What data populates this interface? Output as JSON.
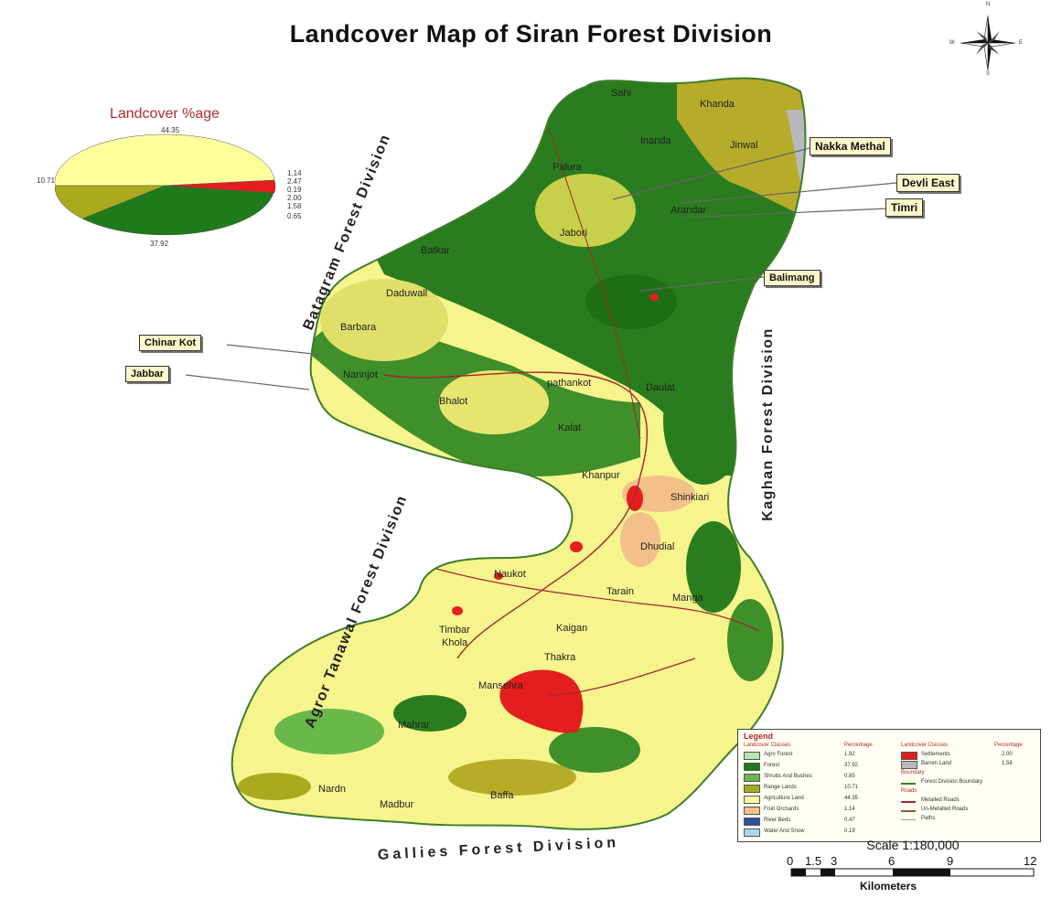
{
  "title": "Landcover Map of Siran Forest Division",
  "pie": {
    "title": "Landcover %age",
    "labels": [
      "44.35",
      "10.71",
      "1.14",
      "2.47",
      "0.19",
      "2.00",
      "1.58",
      "0.65",
      "37.92"
    ],
    "colors": {
      "agri": "#ffff9c",
      "forest": "#1e7a1a",
      "range": "#a9aa1e",
      "settle": "#e41e1e",
      "other": "#ffffff"
    }
  },
  "callouts": {
    "nakka": "Nakka Methal",
    "devli": "Devli East",
    "timri": "Timri",
    "balimang": "Balimang",
    "chinar": "Chinar Kot",
    "jabbar": "Jabbar"
  },
  "divisions": {
    "batagram": "Batagram Forest Division",
    "kaghan": "Kaghan Forest Division",
    "agror": "Agror Tanawal Forest Division",
    "gallies": "Gallies Forest Division"
  },
  "places": {
    "sahi": "Sahi",
    "khanda": "Khanda",
    "jinwal": "Jinwal",
    "inanda": "Inanda",
    "palura": "Palura",
    "jabori": "Jabori",
    "arandar": "Arandar",
    "batkar": "Batkar",
    "daduwall": "Daduwall",
    "barbara": "Barbara",
    "narinjot": "Narinjot",
    "pathankot": "pathankot",
    "daulat": "Daulat",
    "bhalot": "Bhalot",
    "kalat": "Kalat",
    "khanpur": "Khanpur",
    "shinkiari": "Shinkiari",
    "dhudial": "Dhudial",
    "naukot": "Naukot",
    "tarain": "Tarain",
    "manga": "Manga",
    "kaigan": "Kaigan",
    "timbar": "Timbar",
    "khola": "Khola",
    "thakra": "Thakra",
    "mansehra": "Mansehra",
    "mahrar": "Mahrar",
    "nardn": "Nardn",
    "madbur": "Madbur",
    "baffa": "Baffa"
  },
  "legend": {
    "title": "Legend",
    "h_landcover": "Landcover Classes",
    "h_percentage": "Percentage",
    "h_landcover2": "Landcover Classes",
    "h_percentage2": "Percentage",
    "items": [
      {
        "name": "Agro Forest",
        "value": "1.92",
        "color": "#b6e7b0"
      },
      {
        "name": "Forest",
        "value": "37.92",
        "color": "#1e7a1a"
      },
      {
        "name": "Shrubs And Bushes",
        "value": "0.65",
        "color": "#6ab84a"
      },
      {
        "name": "Range Lands",
        "value": "10.71",
        "color": "#a9aa1e"
      },
      {
        "name": "Agriculture Land",
        "value": "44.35",
        "color": "#ffff9c"
      },
      {
        "name": "Fruit Orchards",
        "value": "1.14",
        "color": "#f4c08a"
      },
      {
        "name": "River Beds",
        "value": "0.47",
        "color": "#2c4fa0"
      },
      {
        "name": "Water And Snow",
        "value": "0.19",
        "color": "#a8d8f0"
      }
    ],
    "items2": [
      {
        "name": "Settlements",
        "value": "2.00",
        "color": "#e41e1e"
      },
      {
        "name": "Barren Land",
        "value": "1.58",
        "color": "#b9b9bd"
      }
    ],
    "boundary_head": "Boundary",
    "boundary_item": "Forest Division Boundary",
    "roads_head": "Roads",
    "roads": [
      "Metalled Roads",
      "Un-Metalled Roads",
      "Paths"
    ]
  },
  "scale": {
    "title": "Scale 1:180,000",
    "ticks": [
      "0",
      "1.5",
      "3",
      "6",
      "9",
      "12"
    ],
    "unit": "Kilometers"
  },
  "compass": {
    "n": "N",
    "s": "S",
    "e": "E",
    "w": "W"
  }
}
